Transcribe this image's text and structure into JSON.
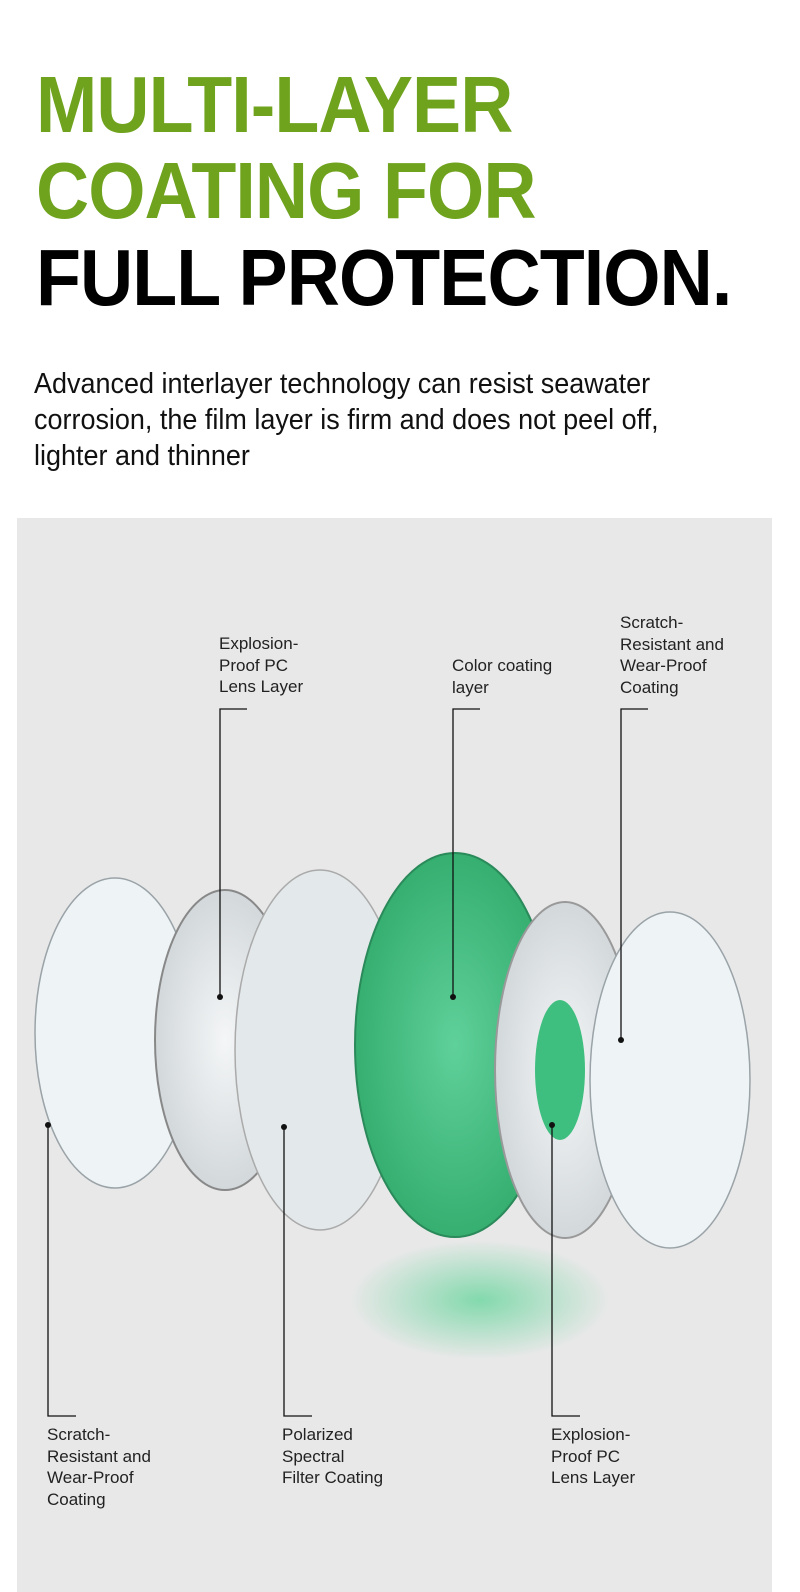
{
  "heading": {
    "line1": "MULTI-LAYER",
    "line2": "COATING FOR",
    "line3": "FULL PROTECTION."
  },
  "description": "Advanced interlayer technology can resist seawater corrosion, the film layer is firm and does not peel off, lighter and thinner",
  "colors": {
    "accent": "#6fa31e",
    "lens_green": "#3fbf7f",
    "panel": "#e8e8e8"
  },
  "labels": {
    "top": [
      "Explosion-\nProof PC\nLens Layer",
      "Color coating\nlayer",
      "Scratch-\nResistant and\nWear-Proof\nCoating"
    ],
    "bottom": [
      "Scratch-\nResistant and\nWear-Proof\nCoating",
      "Polarized\nSpectral\nFilter Coating",
      "Explosion-\nProof PC\nLens Layer"
    ]
  }
}
